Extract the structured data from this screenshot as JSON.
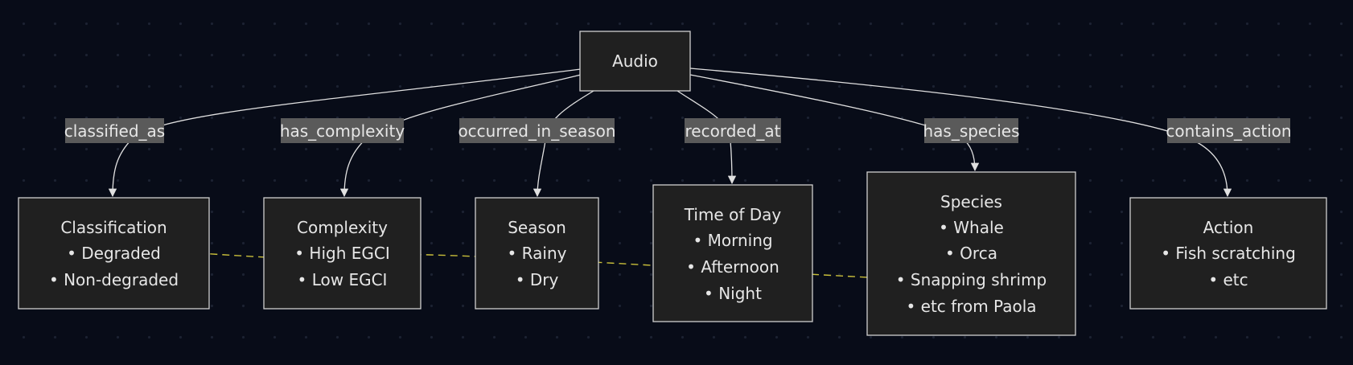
{
  "root": {
    "label": "Audio"
  },
  "nodes": {
    "classification": {
      "title": "Classification",
      "items": [
        "• Degraded",
        "• Non-degraded"
      ]
    },
    "complexity": {
      "title": "Complexity",
      "items": [
        "• High EGCI",
        "• Low EGCI"
      ]
    },
    "season": {
      "title": "Season",
      "items": [
        "• Rainy",
        "• Dry"
      ]
    },
    "time_of_day": {
      "title": "Time of Day",
      "items": [
        "• Morning",
        "• Afternoon",
        "• Night"
      ]
    },
    "species": {
      "title": "Species",
      "items": [
        "• Whale",
        "• Orca",
        "• Snapping shrimp",
        "• etc from Paola"
      ]
    },
    "action": {
      "title": "Action",
      "items": [
        "• Fish scratching",
        "• etc"
      ]
    }
  },
  "edges": {
    "classified_as": "classified_as",
    "has_complexity": "has_complexity",
    "occurred_in_season": "occurred_in_season",
    "recorded_at": "recorded_at",
    "has_species": "has_species",
    "contains_action": "contains_action"
  },
  "colors": {
    "background": "#080c18",
    "node_fill": "#202020",
    "node_stroke": "#cfcfcf",
    "edge": "#e0e0e0",
    "edge_label_bg": "#5a5a5a",
    "dashed_link": "#c9bf3a",
    "text": "#e6e6e6"
  }
}
